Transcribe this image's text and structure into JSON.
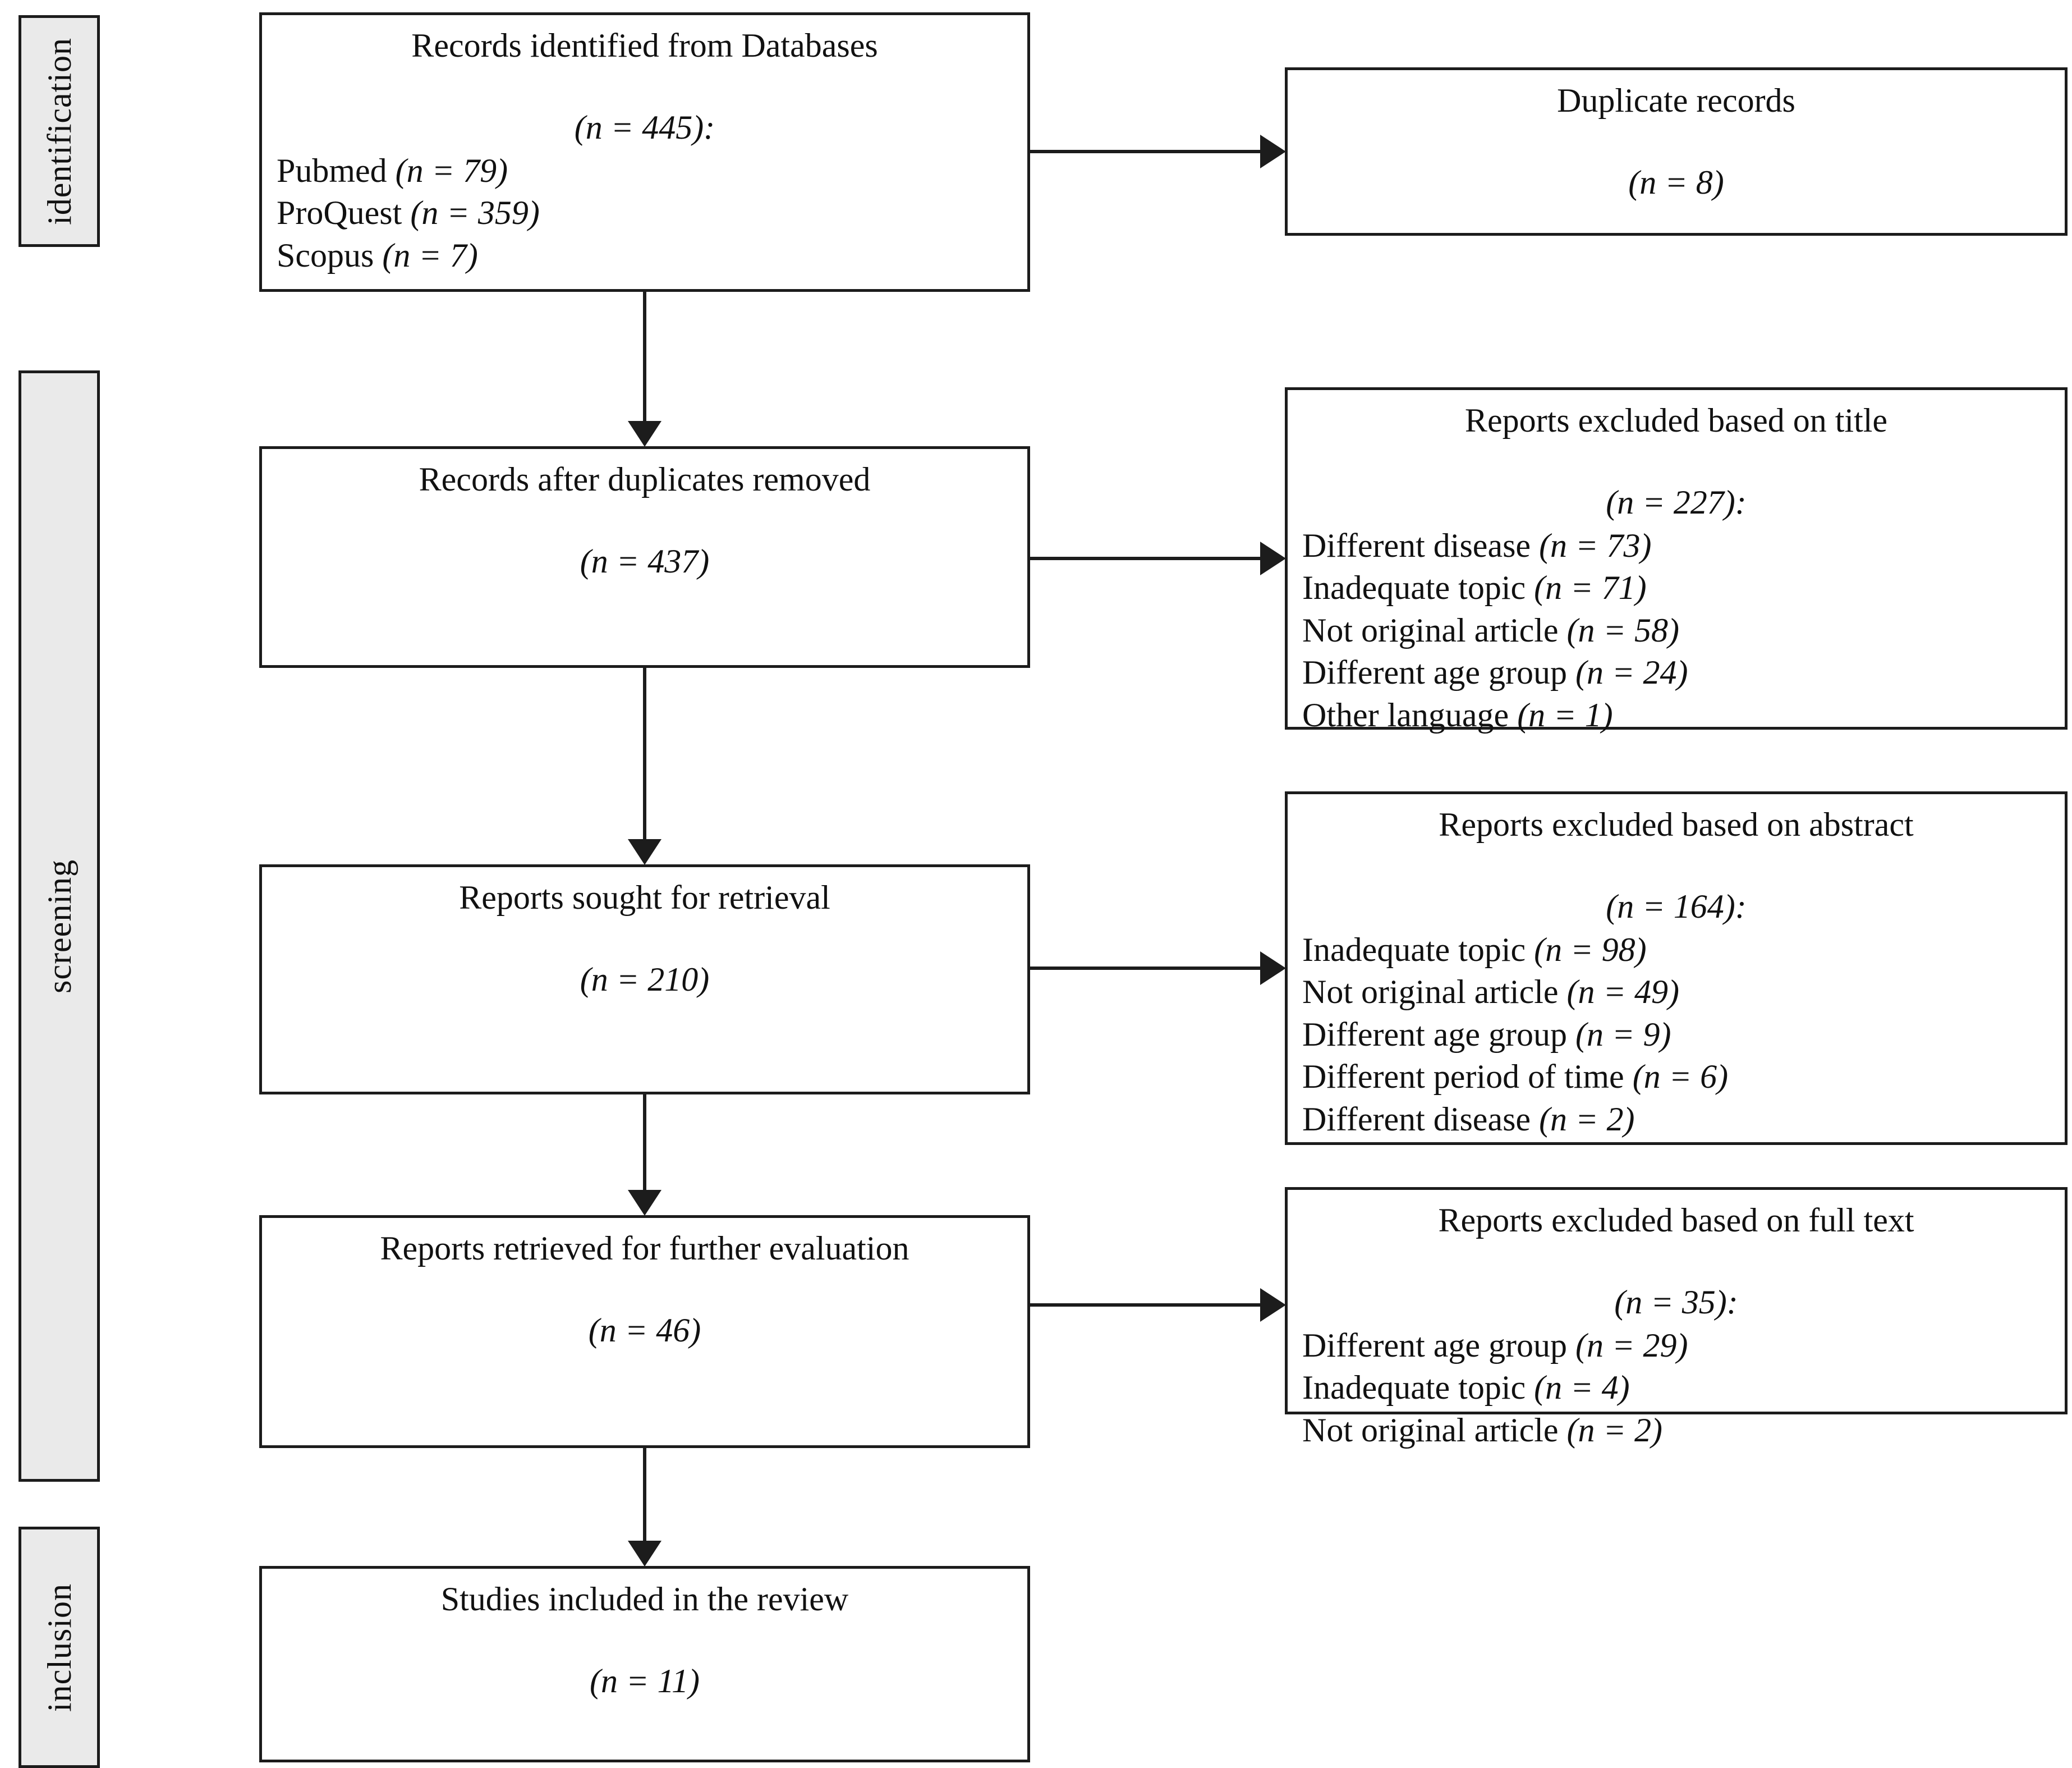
{
  "stages": [
    {
      "id": "identification",
      "label": "identification"
    },
    {
      "id": "screening",
      "label": "screening"
    },
    {
      "id": "inclusion",
      "label": "inclusion"
    }
  ],
  "flow": {
    "identified": {
      "title": "Records identified from Databases",
      "count": "(n = 445):",
      "sources": [
        {
          "label": "Pubmed",
          "count": "(n = 79)"
        },
        {
          "label": "ProQuest",
          "count": "(n = 359)"
        },
        {
          "label": "Scopus",
          "count": "(n = 7)"
        }
      ]
    },
    "duplicates": {
      "title": "Duplicate records",
      "count": "(n = 8)"
    },
    "after_duplicates": {
      "title": "Records after duplicates removed",
      "count": "(n = 437)"
    },
    "excluded_title": {
      "title": "Reports excluded based on title",
      "count": "(n = 227):",
      "reasons": [
        {
          "label": "Different disease",
          "count": "(n = 73)"
        },
        {
          "label": "Inadequate topic",
          "count": "(n = 71)"
        },
        {
          "label": "Not original article",
          "count": "(n = 58)"
        },
        {
          "label": "Different age group",
          "count": "(n = 24)"
        },
        {
          "label": "Other language",
          "count": "(n = 1)"
        }
      ]
    },
    "sought": {
      "title": "Reports sought for retrieval",
      "count": "(n = 210)"
    },
    "excluded_abstract": {
      "title": "Reports excluded based on abstract",
      "count": "(n = 164):",
      "reasons": [
        {
          "label": "Inadequate topic",
          "count": "(n = 98)"
        },
        {
          "label": "Not original article",
          "count": "(n = 49)"
        },
        {
          "label": "Different age group",
          "count": "(n = 9)"
        },
        {
          "label": "Different period of time",
          "count": "(n = 6)"
        },
        {
          "label": "Different disease",
          "count": "(n = 2)"
        }
      ]
    },
    "retrieved": {
      "title": "Reports retrieved for further evaluation",
      "count": "(n = 46)"
    },
    "excluded_fulltext": {
      "title": "Reports excluded based on full text",
      "count": "(n = 35):",
      "reasons": [
        {
          "label": "Different age group",
          "count": "(n = 29)"
        },
        {
          "label": "Inadequate topic",
          "count": "(n = 4)"
        },
        {
          "label": "Not original article",
          "count": "(n = 2)"
        }
      ]
    },
    "included": {
      "title": "Studies included in the review",
      "count": "(n = 11)"
    }
  },
  "colors": {
    "stroke": "#1c1c1c",
    "band_fill": "#eaeaea",
    "node_fill": "#ffffff"
  }
}
